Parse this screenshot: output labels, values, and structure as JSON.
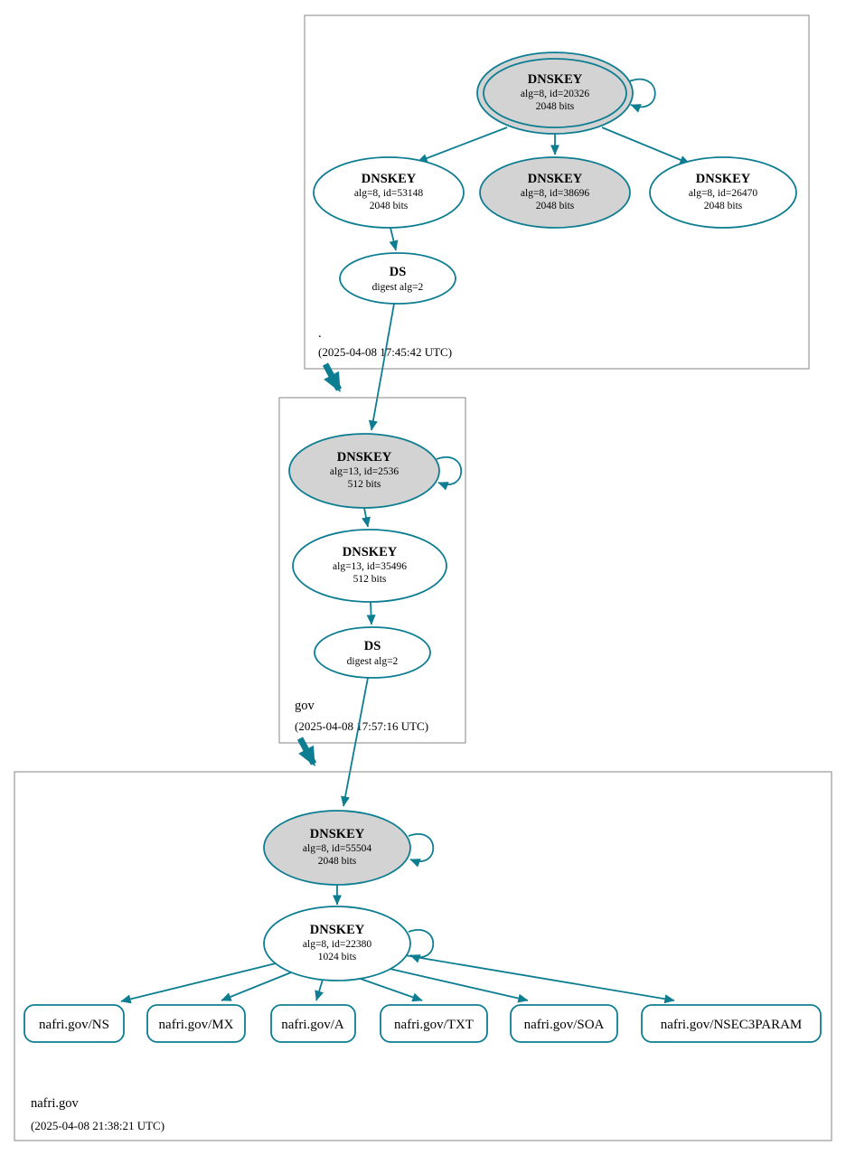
{
  "colors": {
    "edge": "#0d7d91",
    "node-fill": "#d3d3d3",
    "box-border": "#848484",
    "text": "#000000",
    "bg": "#ffffff"
  },
  "zones": [
    {
      "name": ".",
      "timestamp": "(2025-04-08 17:45:42 UTC)",
      "nodes": {
        "ksk": {
          "title": "DNSKEY",
          "detail1": "alg=8, id=20326",
          "detail2": "2048 bits"
        },
        "key_a": {
          "title": "DNSKEY",
          "detail1": "alg=8, id=53148",
          "detail2": "2048 bits"
        },
        "key_b": {
          "title": "DNSKEY",
          "detail1": "alg=8, id=38696",
          "detail2": "2048 bits"
        },
        "key_c": {
          "title": "DNSKEY",
          "detail1": "alg=8, id=26470",
          "detail2": "2048 bits"
        },
        "ds": {
          "title": "DS",
          "detail1": "digest alg=2"
        }
      }
    },
    {
      "name": "gov",
      "timestamp": "(2025-04-08 17:57:16 UTC)",
      "nodes": {
        "ksk": {
          "title": "DNSKEY",
          "detail1": "alg=13, id=2536",
          "detail2": "512 bits"
        },
        "zsk": {
          "title": "DNSKEY",
          "detail1": "alg=13, id=35496",
          "detail2": "512 bits"
        },
        "ds": {
          "title": "DS",
          "detail1": "digest alg=2"
        }
      }
    },
    {
      "name": "nafri.gov",
      "timestamp": "(2025-04-08 21:38:21 UTC)",
      "nodes": {
        "ksk": {
          "title": "DNSKEY",
          "detail1": "alg=8, id=55504",
          "detail2": "2048 bits"
        },
        "zsk": {
          "title": "DNSKEY",
          "detail1": "alg=8, id=22380",
          "detail2": "1024 bits"
        }
      },
      "rrsets": [
        {
          "label": "nafri.gov/NS"
        },
        {
          "label": "nafri.gov/MX"
        },
        {
          "label": "nafri.gov/A"
        },
        {
          "label": "nafri.gov/TXT"
        },
        {
          "label": "nafri.gov/SOA"
        },
        {
          "label": "nafri.gov/NSEC3PARAM"
        }
      ]
    }
  ]
}
